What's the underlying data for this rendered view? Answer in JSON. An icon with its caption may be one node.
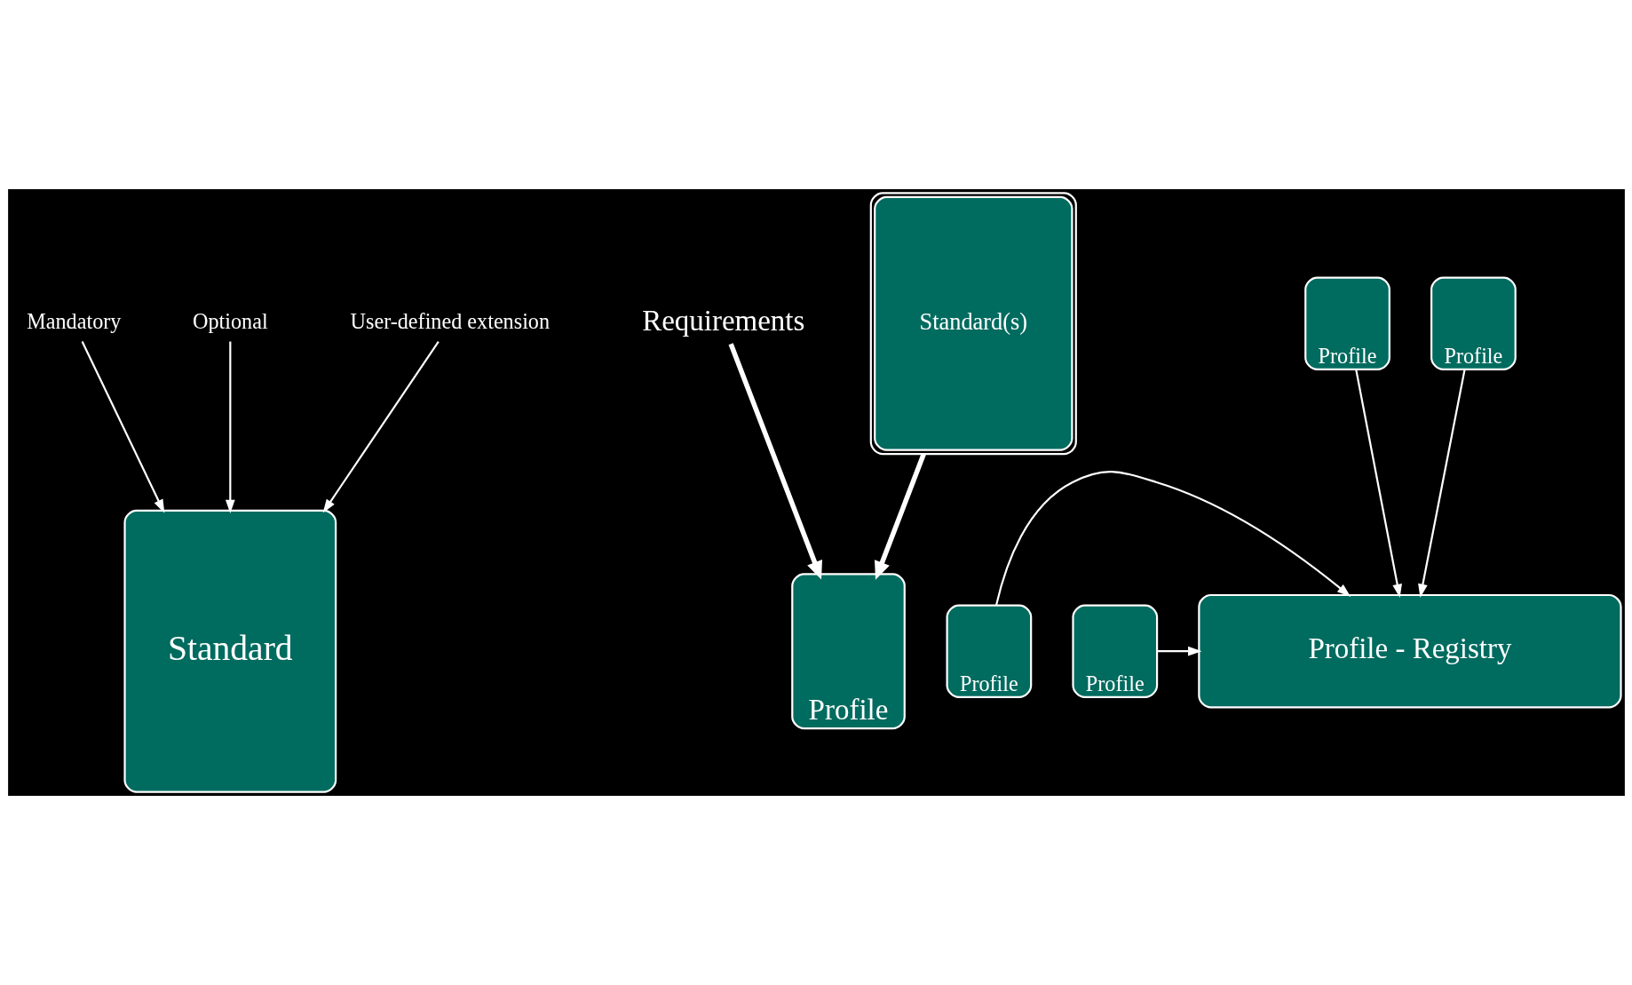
{
  "diagram": {
    "nodes": [
      {
        "text": [
          "Standard"
        ]
      },
      {
        "text": [
          "Mandatory"
        ]
      },
      {
        "text": [
          "Optional"
        ]
      },
      {
        "text": [
          "User-defined extension"
        ]
      },
      {
        "text": [
          "Requirements"
        ]
      },
      {
        "text": [
          "Profile"
        ]
      },
      {
        "text": [
          "Standard(s)"
        ]
      },
      {
        "text": [
          "Profile - Registry"
        ]
      },
      {
        "text": [
          "Profile"
        ]
      },
      {
        "text": [
          "Profile"
        ]
      },
      {
        "text": [
          "Profile"
        ]
      },
      {
        "text": [
          "Profile"
        ]
      }
    ],
    "edges": [
      {
        "from": 1,
        "to": 0,
        "arrow": "to"
      },
      {
        "from": 2,
        "to": 0,
        "arrow": "to"
      },
      {
        "from": 3,
        "to": 0,
        "arrow": "to"
      },
      {
        "from": 4,
        "to": 5,
        "arrow": "to",
        "style": "thick"
      },
      {
        "from": 6,
        "to": 5,
        "arrow": "to",
        "style": "thick"
      },
      {
        "from": 8,
        "to": 7,
        "arrow": "to"
      },
      {
        "from": 9,
        "to": 7,
        "arrow": "to"
      },
      {
        "from": 10,
        "to": 7,
        "arrow": "to"
      },
      {
        "from": 11,
        "to": 7,
        "arrow": "to"
      }
    ]
  }
}
